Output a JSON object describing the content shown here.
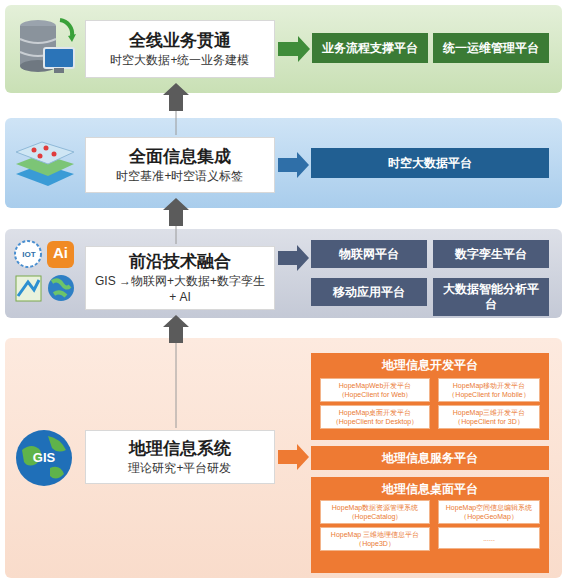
{
  "diagram": {
    "nodes": [
      {
        "text": [
          "全线业务贯通",
          "时空大数据+统一业务建模"
        ]
      },
      {
        "text": [
          "业务流程支撑平台"
        ]
      },
      {
        "text": [
          "统一运维管理平台"
        ]
      },
      {
        "text": [
          "全面信息集成",
          "时空基准+时空语义标签"
        ]
      },
      {
        "text": [
          "时空大数据平台"
        ]
      },
      {
        "text": [
          "前沿技术融合",
          "GIS →物联网+大数据+数字孪生+ AI"
        ]
      },
      {
        "text": [
          "物联网平台"
        ]
      },
      {
        "text": [
          "数字孪生平台"
        ]
      },
      {
        "text": [
          "移动应用平台"
        ]
      },
      {
        "text": [
          "大数据智能分析平台"
        ]
      },
      {
        "text": [
          "地理信息系统",
          "理论研究+平台研发"
        ]
      },
      {
        "text": [
          "地理信息开发平台"
        ]
      },
      {
        "text": [
          "HopeMapWeb开发平台 （HopeClient for Web）"
        ],
        "in": 11
      },
      {
        "text": [
          "HopeMap移动开发平台 （HopeClient for Mobile）"
        ],
        "in": 11
      },
      {
        "text": [
          "HopeMap桌面开发平台 （HopeClient for Desktop）"
        ],
        "in": 11
      },
      {
        "text": [
          "HopeMap三维开发平台 （HopeClient for 3D）"
        ],
        "in": 11
      },
      {
        "text": [
          "地理信息服务平台"
        ]
      },
      {
        "text": [
          "地理信息桌面平台"
        ]
      },
      {
        "text": [
          "HopeMap数据资源管理系统 （HopeCatalog）"
        ],
        "in": 17
      },
      {
        "text": [
          "HopeMap空间信息编辑系统 （HopeGeoMap）"
        ],
        "in": 17
      },
      {
        "text": [
          "HopeMap 三维地理信息平台 （Hope3D）"
        ],
        "in": 17
      },
      {
        "text": [
          "......"
        ],
        "in": 17
      }
    ],
    "edges": [
      {
        "from": 0,
        "to": 1,
        "arrow": "to"
      },
      {
        "from": 3,
        "to": 4,
        "arrow": "to"
      },
      {
        "from": 5,
        "to": 6,
        "arrow": "to"
      },
      {
        "from": 10,
        "to": 16,
        "arrow": "to"
      },
      {
        "from": 10,
        "to": 5,
        "arrow": "to"
      },
      {
        "from": 5,
        "to": 3,
        "arrow": "to"
      },
      {
        "from": 3,
        "to": 0,
        "arrow": "to"
      }
    ],
    "labels": [
      "IOT",
      "Ai",
      "GIS"
    ]
  }
}
